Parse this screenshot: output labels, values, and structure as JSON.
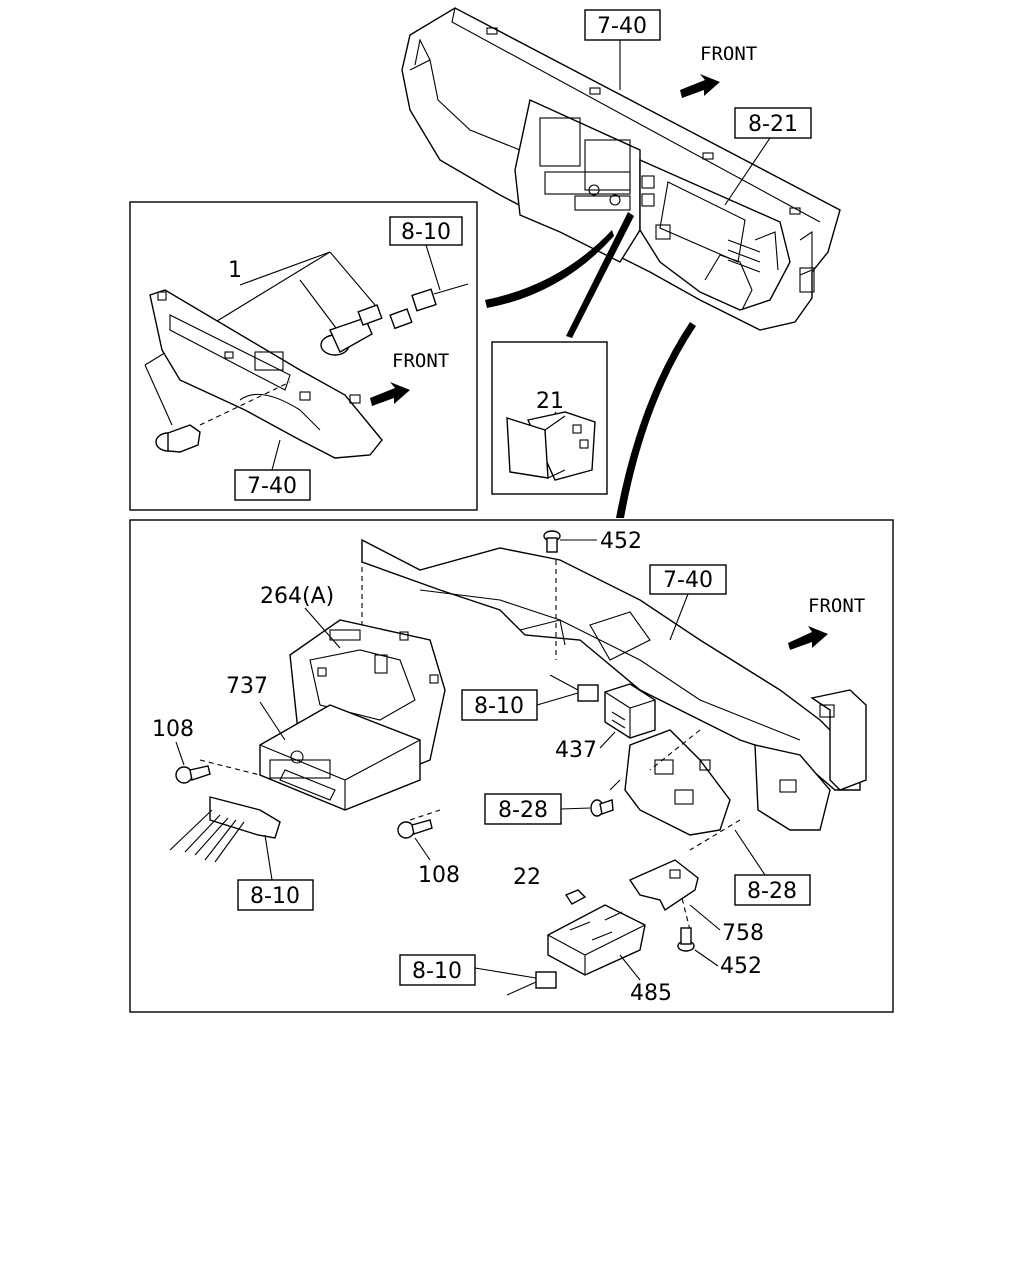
{
  "labels": {
    "top_ref_7_40": "7-40",
    "top_front": "FRONT",
    "top_ref_8_21": "8-21",
    "left_ref_8_10": "8-10",
    "left_part_1": "1",
    "left_front": "FRONT",
    "left_ref_7_40": "7-40",
    "mid_part_21": "21",
    "main_part_452_top": "452",
    "main_ref_7_40": "7-40",
    "main_front": "FRONT",
    "main_part_264a": "264(A)",
    "main_part_737": "737",
    "main_ref_8_10_mid": "8-10",
    "main_part_108_left": "108",
    "main_part_437": "437",
    "main_ref_8_28_left": "8-28",
    "main_part_108_bottom": "108",
    "main_ref_8_10_left": "8-10",
    "main_part_22": "22",
    "main_ref_8_28_right": "8-28",
    "main_part_758": "758",
    "main_part_452_bottom": "452",
    "main_ref_8_10_bottom": "8-10",
    "main_part_485": "485"
  }
}
